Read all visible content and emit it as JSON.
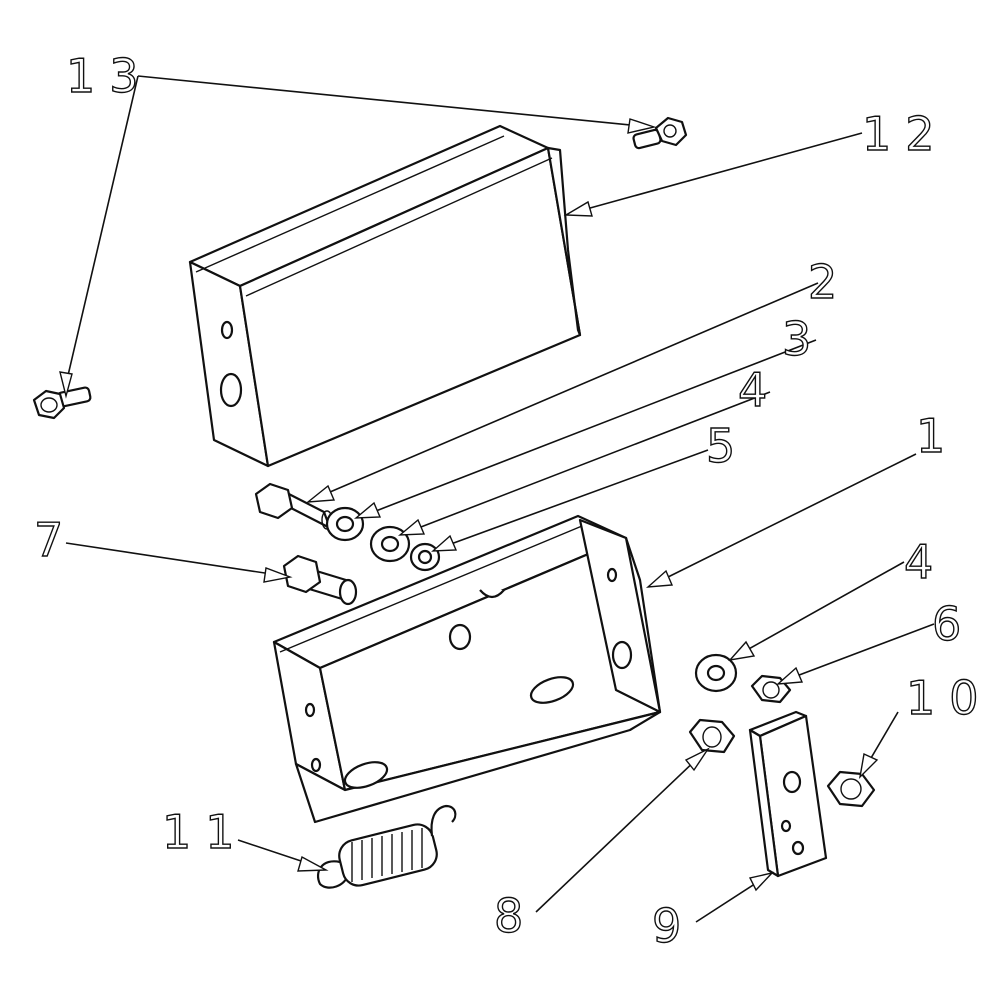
{
  "diagram": {
    "callouts": [
      {
        "id": "c13",
        "label": "13"
      },
      {
        "id": "c12",
        "label": "12"
      },
      {
        "id": "c2",
        "label": "2"
      },
      {
        "id": "c3",
        "label": "3"
      },
      {
        "id": "c4a",
        "label": "4"
      },
      {
        "id": "c5",
        "label": "5"
      },
      {
        "id": "c1",
        "label": "1"
      },
      {
        "id": "c7",
        "label": "7"
      },
      {
        "id": "c4b",
        "label": "4"
      },
      {
        "id": "c6",
        "label": "6"
      },
      {
        "id": "c10",
        "label": "10"
      },
      {
        "id": "c11",
        "label": "11"
      },
      {
        "id": "c8",
        "label": "8"
      },
      {
        "id": "c9",
        "label": "9"
      }
    ]
  }
}
